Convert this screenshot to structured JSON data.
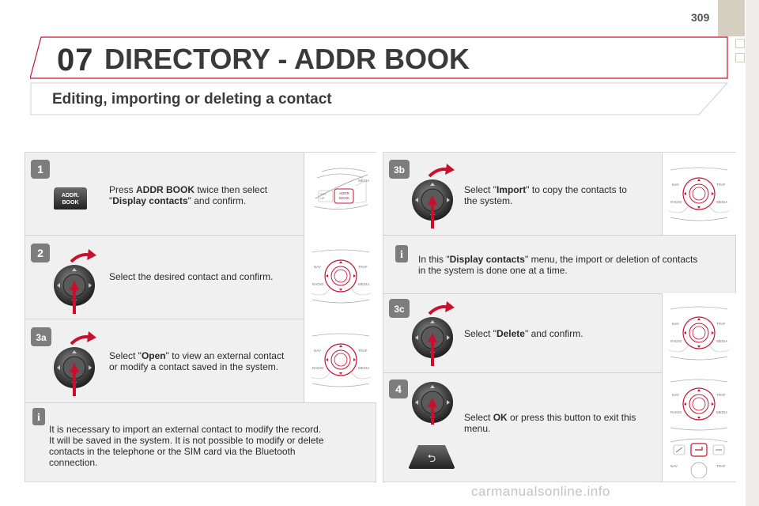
{
  "header": {
    "chapter_number": "07",
    "chapter_title": "DIRECTORY - ADDR BOOK",
    "page_number": "309",
    "section_title": "Editing, importing or deleting a contact"
  },
  "colors": {
    "accent": "#c8102e",
    "tab": "#d4cfbf",
    "panel_bg": "#f0f0f0",
    "badge": "#7d7d7d"
  },
  "steps": {
    "s1": {
      "badge": "1",
      "key_label_1": "ADDR.",
      "key_label_2": "BOOK",
      "t1": "Press ",
      "b1": "ADDR BOOK",
      "t2": " twice then select",
      "t3": "\"",
      "b2": "Display contacts",
      "t4": "\" and confirm.",
      "panel_labels": {
        "media": "MEDIA",
        "set": "SET",
        "up": "UP",
        "addr": "ADDR",
        "book": "BOOK"
      }
    },
    "s2": {
      "badge": "2",
      "text": "Select the desired contact and confirm."
    },
    "s3a": {
      "badge": "3a",
      "t1": "Select \"",
      "b1": "Open",
      "t2": "\" to view an external contact",
      "line2": "or modify a contact saved in the system."
    },
    "info_left": {
      "icon": "i",
      "lines": [
        "It is necessary to import an external contact to modify the record.",
        "It will be saved in the system. It is not possible to modify or delete",
        "contacts in the telephone or the SIM card via the Bluetooth",
        "connection."
      ]
    },
    "s3b": {
      "badge": "3b",
      "t1": "Select \"",
      "b1": "Import",
      "t2": "\" to copy the contacts to",
      "line2": "the system."
    },
    "info_right": {
      "icon": "i",
      "t1": "In this \"",
      "b1": "Display contacts",
      "t2": "\" menu, the import or deletion of contacts",
      "line2": "in the system is done one at a time."
    },
    "s3c": {
      "badge": "3c",
      "t1": "Select \"",
      "b1": "Delete",
      "t2": "\" and confirm."
    },
    "s4": {
      "badge": "4",
      "t1": "Select ",
      "b1": "OK",
      "t2": " or press this button to exit this",
      "line2": "menu.",
      "back_key_symbol": "⮌"
    }
  },
  "control_panel_labels": {
    "nav": "NAV",
    "trafic": "TRAF",
    "radio": "RADIO",
    "media": "MEDIA"
  },
  "watermark": "carmanualsonline.info"
}
